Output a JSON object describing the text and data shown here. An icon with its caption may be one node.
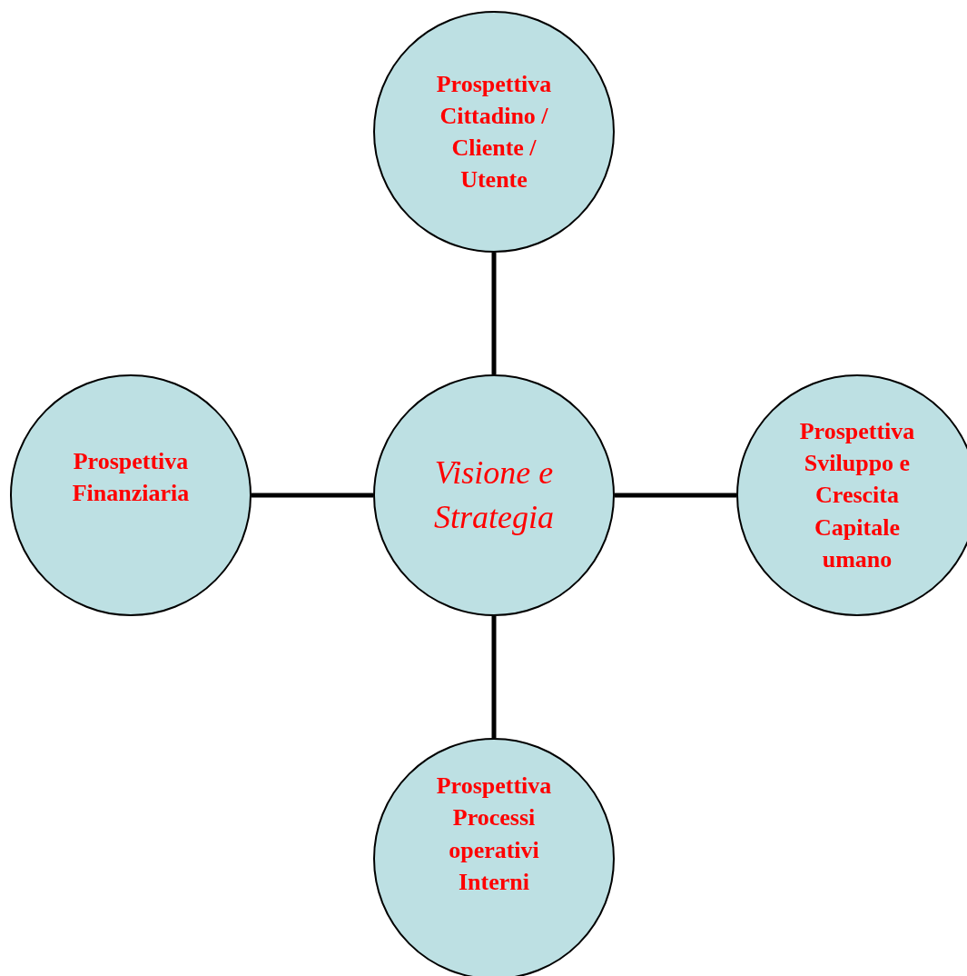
{
  "diagram": {
    "nodes": [
      {
        "text": [
          "Prospettiva Cittadino / Cliente / Utente"
        ]
      },
      {
        "text": [
          "Prospettiva Finanziaria"
        ]
      },
      {
        "text": [
          "Visione e Strategia"
        ]
      },
      {
        "text": [
          "Prospettiva Sviluppo e Crescita Capitale umano"
        ]
      },
      {
        "text": [
          "Prospettiva Processi operativi Interni"
        ]
      }
    ],
    "edges": [
      {
        "from": 2,
        "to": 0,
        "arrow": "none"
      },
      {
        "from": 1,
        "to": 2,
        "arrow": "none"
      },
      {
        "from": 2,
        "to": 3,
        "arrow": "none"
      },
      {
        "from": 2,
        "to": 4,
        "arrow": "none"
      }
    ]
  }
}
